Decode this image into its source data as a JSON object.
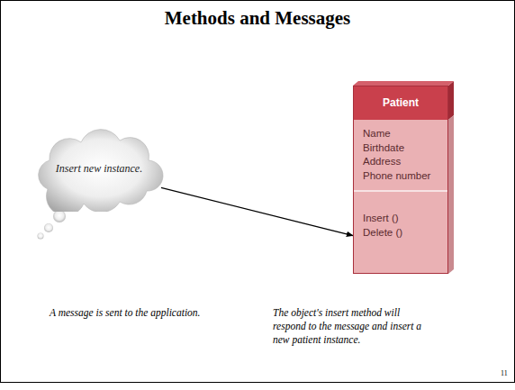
{
  "diagram": {
    "title": "Methods and Messages",
    "nodes": [
      {
        "text": [
          "Insert new instance."
        ]
      },
      {
        "text": [
          "Patient"
        ]
      },
      {
        "text": [
          "Name",
          "Birthdate",
          "Address",
          "Phone number"
        ],
        "in": 1
      },
      {
        "text": [
          "Insert ()",
          "Delete ()"
        ],
        "in": 1
      }
    ],
    "edges": [
      {
        "from": 0,
        "to": 3,
        "arrow": "to"
      }
    ],
    "labels": [
      "A message is sent to the application.",
      "The object's insert method will respond to the message and insert a new patient instance.",
      "11"
    ]
  }
}
